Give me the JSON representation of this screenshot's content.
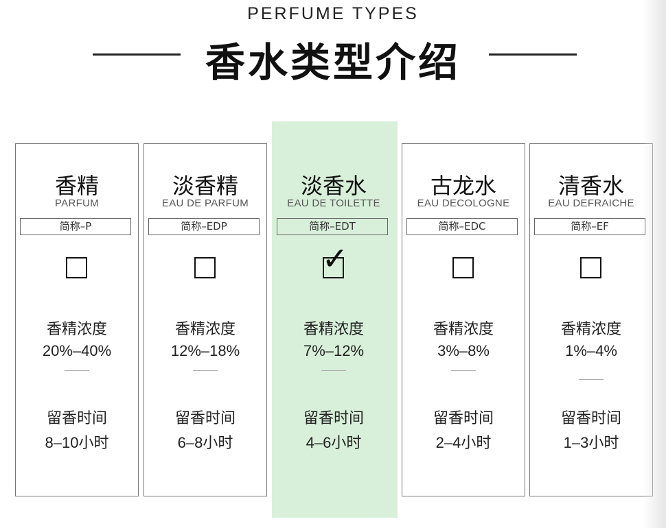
{
  "header": {
    "subtitle": "PERFUME TYPES",
    "title": "香水类型介绍"
  },
  "types": [
    {
      "cn": "香精",
      "en": "PARFUM",
      "abbr": "简称–P",
      "checked": false,
      "conc_label": "香精浓度",
      "conc": "20%–40%",
      "time_label": "留香时间",
      "time": "8–10小时"
    },
    {
      "cn": "淡香精",
      "en": "EAU DE PARFUM",
      "abbr": "简称–EDP",
      "checked": false,
      "conc_label": "香精浓度",
      "conc": "12%–18%",
      "time_label": "留香时间",
      "time": "6–8小时"
    },
    {
      "cn": "淡香水",
      "en": "EAU DE TOILETTE",
      "abbr": "简称–EDT",
      "checked": true,
      "conc_label": "香精浓度",
      "conc": "7%–12%",
      "time_label": "留香时间",
      "time": "4–6小时"
    },
    {
      "cn": "古龙水",
      "en": "EAU DECOLOGNE",
      "abbr": "简称–EDC",
      "checked": false,
      "conc_label": "香精浓度",
      "conc": "3%–8%",
      "time_label": "留香时间",
      "time": "2–4小时"
    },
    {
      "cn": "清香水",
      "en": "EAU DEFRAICHE",
      "abbr": "简称–EF",
      "checked": false,
      "conc_label": "香精浓度",
      "conc": "1%–4%",
      "time_label": "留香时间",
      "time": "1–3小时"
    }
  ],
  "colors": {
    "highlight": "#d8f0da"
  }
}
